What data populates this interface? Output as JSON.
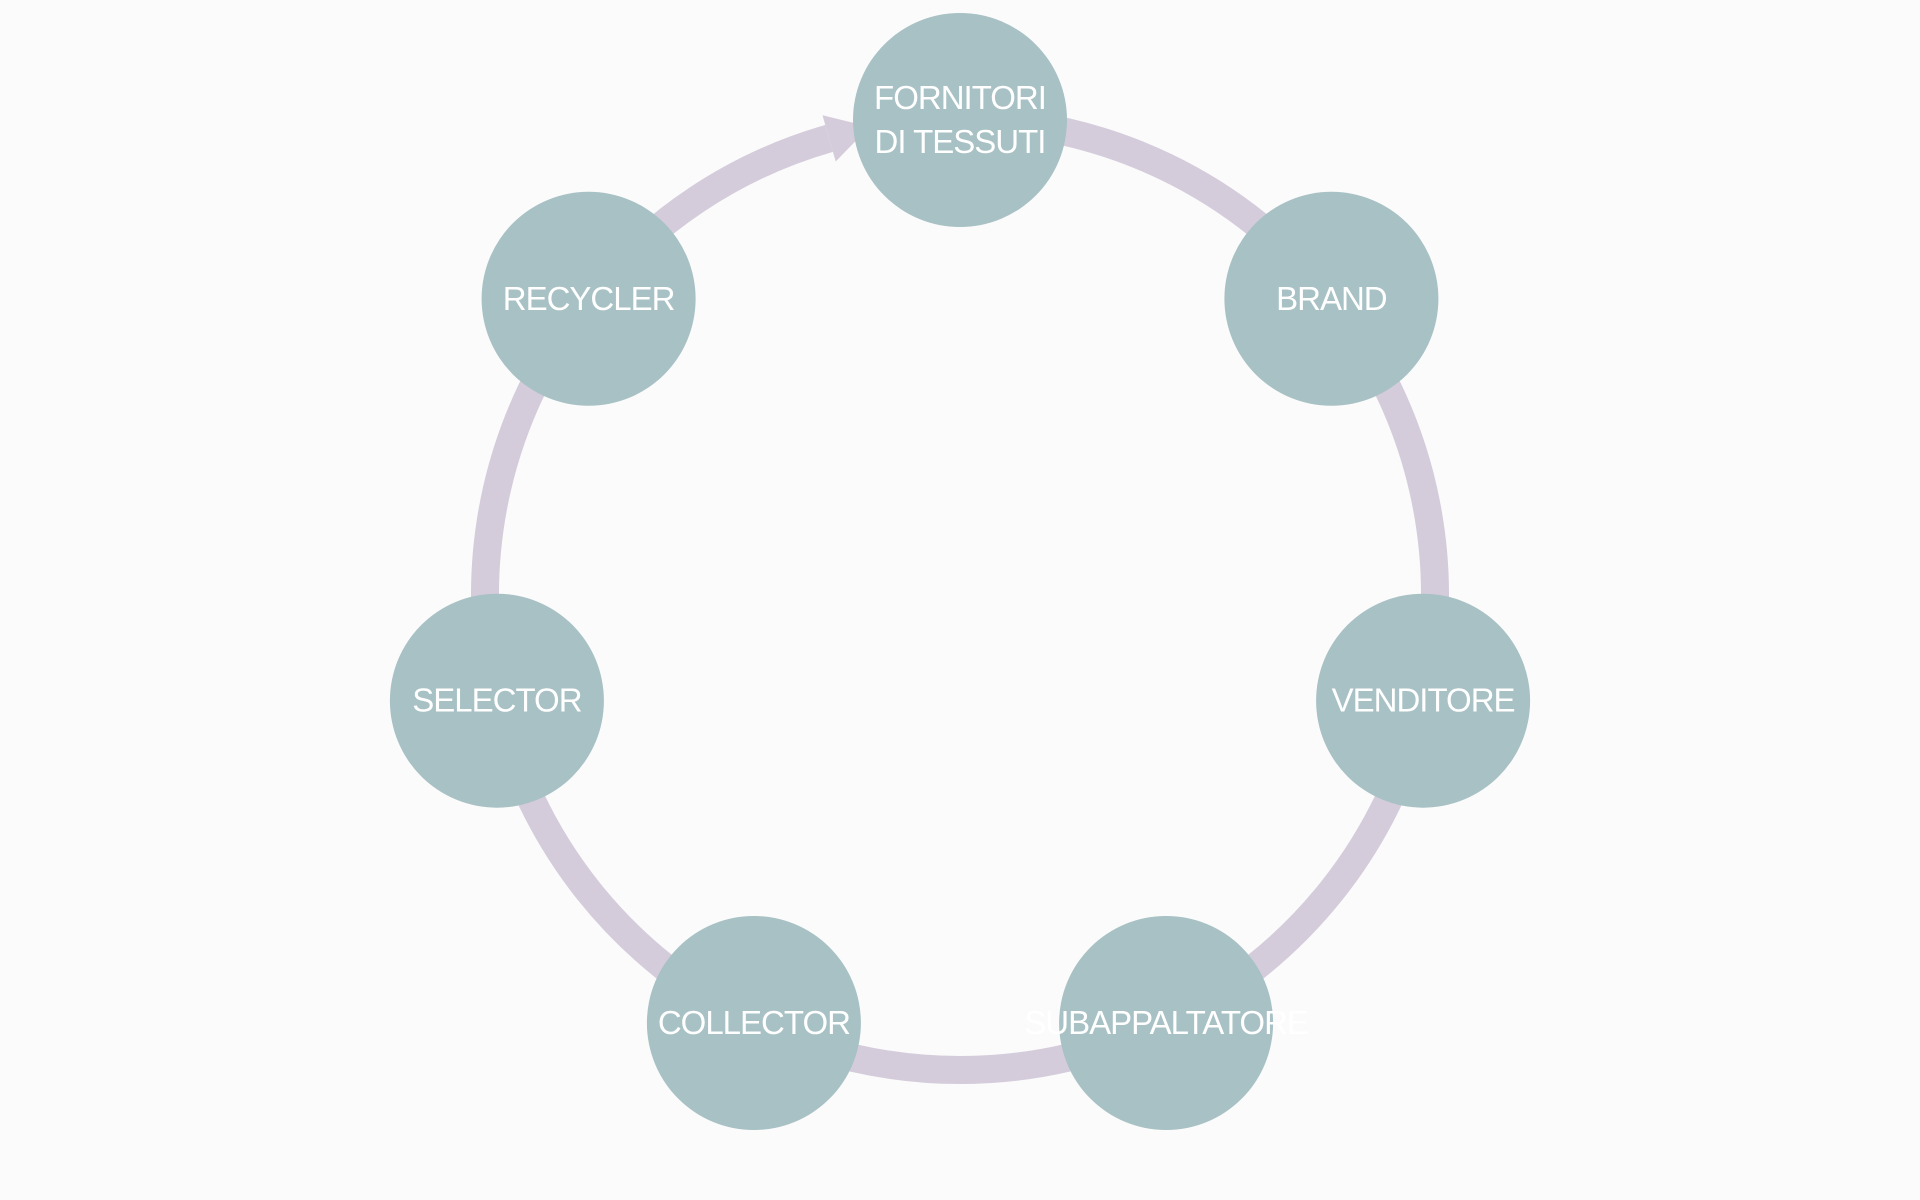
{
  "colors": {
    "background": "#fbfbfb",
    "node_fill": "#a8c1c4",
    "cycle_stroke": "#d5ccdb",
    "label_text": "#ffffff"
  },
  "diagram": {
    "type": "cycle",
    "direction": "clockwise",
    "nodes": [
      {
        "id": "fornitori",
        "lines": [
          "FORNITORI",
          "DI TESSUTI"
        ]
      },
      {
        "id": "brand",
        "lines": [
          "BRAND"
        ]
      },
      {
        "id": "venditore",
        "lines": [
          "VENDITORE"
        ]
      },
      {
        "id": "subappaltatore",
        "lines": [
          "SUBAPPALTATORE"
        ]
      },
      {
        "id": "collector",
        "lines": [
          "COLLECTOR"
        ]
      },
      {
        "id": "selector",
        "lines": [
          "SELECTOR"
        ]
      },
      {
        "id": "recycler",
        "lines": [
          "RECYCLER"
        ]
      }
    ],
    "edges": [
      {
        "from": "fornitori",
        "to": "brand"
      },
      {
        "from": "brand",
        "to": "venditore"
      },
      {
        "from": "venditore",
        "to": "subappaltatore"
      },
      {
        "from": "subappaltatore",
        "to": "collector"
      },
      {
        "from": "collector",
        "to": "selector"
      },
      {
        "from": "selector",
        "to": "recycler"
      },
      {
        "from": "recycler",
        "to": "fornitori",
        "arrow": true
      }
    ]
  }
}
